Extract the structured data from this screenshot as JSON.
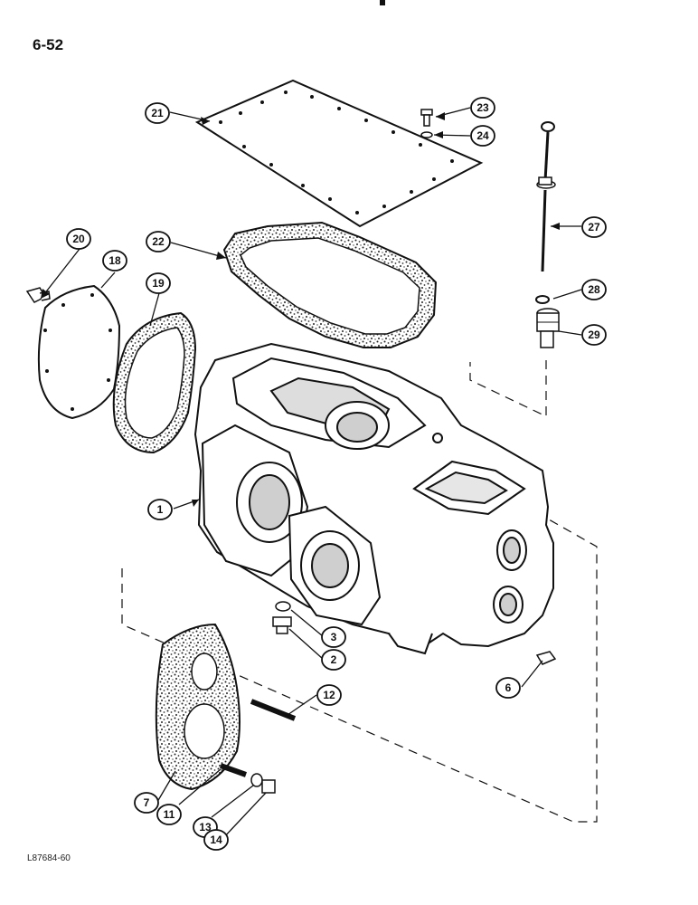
{
  "page_number": "6-52",
  "figure_code": "L87684-60",
  "callouts": [
    "21",
    "23",
    "24",
    "27",
    "20",
    "18",
    "19",
    "22",
    "28",
    "29",
    "1",
    "3",
    "2",
    "12",
    "6",
    "7",
    "11",
    "13",
    "14"
  ]
}
